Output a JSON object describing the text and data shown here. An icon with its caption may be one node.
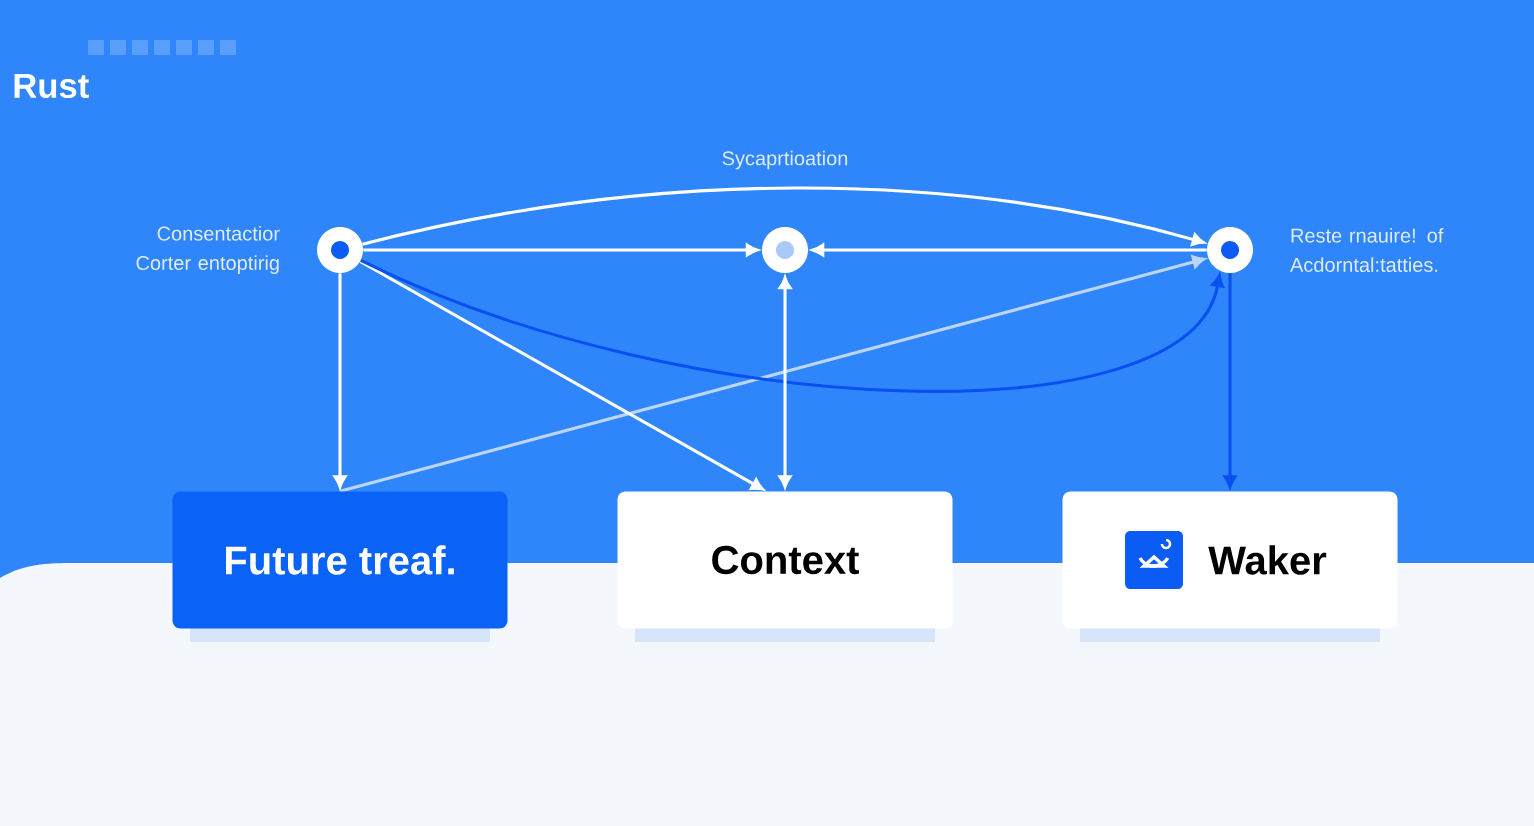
{
  "diagram": {
    "title": "Rust",
    "nodes": [
      {
        "text": [],
        "shape": "circle",
        "beside": [
          "Consentactior Corter entoptirig"
        ]
      },
      {
        "text": [],
        "shape": "circle"
      },
      {
        "text": [],
        "shape": "circle",
        "beside": [
          "Reste rnauire! of Acdorntal:tatties."
        ]
      },
      {
        "text": [
          "Future treaf."
        ]
      },
      {
        "text": [
          "Context"
        ]
      },
      {
        "text": [
          "Waker"
        ]
      }
    ],
    "edges": [
      {
        "from": 0,
        "to": 1,
        "arrow": "to"
      },
      {
        "from": 2,
        "to": 1,
        "arrow": "to"
      },
      {
        "from": 0,
        "to": 2,
        "arrow": "to"
      },
      {
        "from": 0,
        "to": 3,
        "arrow": "to"
      },
      {
        "from": 3,
        "to": 2,
        "arrow": "to",
        "color": "#bcd5fb"
      },
      {
        "from": 0,
        "to": 4,
        "arrow": "to"
      },
      {
        "from": 0,
        "to": 2,
        "arrow": "to",
        "color": "#0a4ff0"
      },
      {
        "from": 1,
        "to": 4,
        "arrow": "both"
      },
      {
        "from": 2,
        "to": 5,
        "arrow": "to",
        "color": "#0a4ff0"
      }
    ],
    "labels": [
      "Sycaprtioation"
    ]
  }
}
